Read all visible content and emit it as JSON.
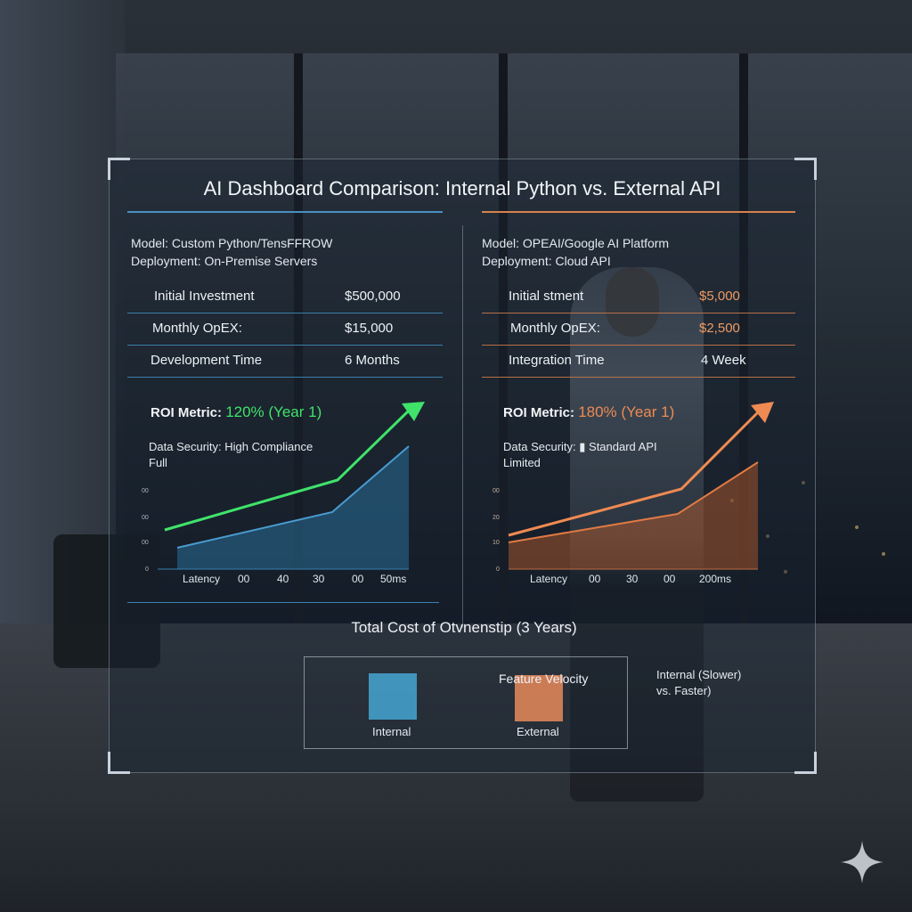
{
  "title": "AI Dashboard Comparison: Internal Python vs. External API",
  "internal": {
    "model": "Model: Custom Python/TensFFROW",
    "deployment": "Deployment: On-Premise Servers",
    "rows": [
      {
        "label": "Initial Investment",
        "value": "$500,000"
      },
      {
        "label": "Monthly OpEX:",
        "value": "$15,000"
      },
      {
        "label": "Development Time",
        "value": "6 Months"
      }
    ],
    "roi_label": "ROI Metric:",
    "roi_value": "120% (Year 1)",
    "security_line1": "Data Security: High Compliance",
    "security_line2": "Full",
    "latency_labels": [
      "Latency",
      "00",
      "40",
      "30",
      "00",
      "50ms"
    ],
    "y_ticks": [
      "00",
      "00",
      "00",
      "0"
    ],
    "color": "#4a8fc0",
    "trend_color": "#3fe36a"
  },
  "external": {
    "model": "Model: OPEAI/Google AI Platform",
    "deployment": "Deployment: Cloud API",
    "rows": [
      {
        "label": "Initial stment",
        "value": "$5,000"
      },
      {
        "label": "Monthly OpEX:",
        "value": "$2,500"
      },
      {
        "label": "Integration Time",
        "value": "4 Week"
      }
    ],
    "roi_label": "ROI Metric:",
    "roi_value": "180% (Year 1)",
    "security_line1": "Data Security: ▮ Standard API",
    "security_line2": "Limited",
    "latency_labels": [
      "Latency",
      "00",
      "30",
      "00",
      "200ms"
    ],
    "y_ticks": [
      "00",
      "20",
      "10",
      "0"
    ],
    "color": "#d9814e",
    "trend_color": "#ef8a52"
  },
  "tco_title": "Total Cost of Otvnenstip (3 Years)",
  "legend": {
    "internal": "Internal",
    "external": "External",
    "feature_velocity": "Feature Velocity",
    "note_line1": "Internal (Slower)",
    "note_line2": "vs. Faster)"
  },
  "icons": {
    "corner_brackets": "frame-corner-icon",
    "sparkle": "sparkle-icon"
  }
}
